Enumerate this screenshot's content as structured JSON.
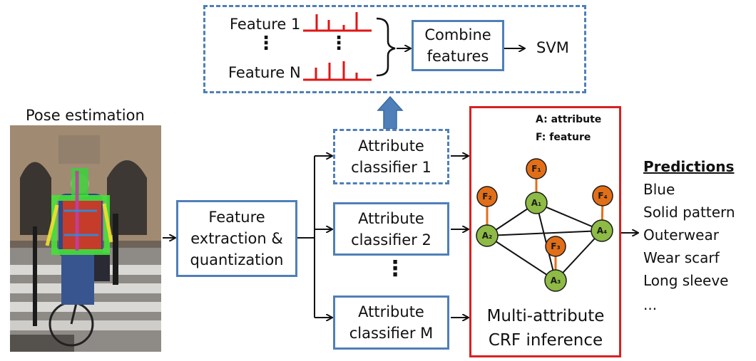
{
  "pose": {
    "title": "Pose estimation"
  },
  "feature_box": {
    "feature1": "Feature 1",
    "featureN": "Feature N",
    "vdots": "⋮",
    "combine": "Combine features",
    "svm": "SVM"
  },
  "extraction": {
    "label": "Feature extraction & quantization"
  },
  "classifiers": {
    "c1": "Attribute classifier 1",
    "c2": "Attribute classifier 2",
    "vdots": "⋮",
    "cM": "Attribute classifier M"
  },
  "crf": {
    "legend_a": "A: attribute",
    "legend_f": "F: feature",
    "title": "Multi-attribute CRF inference",
    "nodes": {
      "A1": "A₁",
      "A2": "A₂",
      "A3": "A₃",
      "A4": "A₄",
      "F1": "F₁",
      "F2": "F₂",
      "F3": "F₃",
      "F4": "F₄"
    }
  },
  "predictions": {
    "title": "Predictions",
    "items": [
      "Blue",
      "Solid pattern",
      "Outerwear",
      "Wear scarf",
      "Long sleeve",
      "..."
    ]
  },
  "colors": {
    "box_border": "#4f7fb8",
    "crf_border": "#d62222",
    "attribute_node": "#8dbb45",
    "feature_node": "#e26f18",
    "histogram": "#e01616",
    "up_arrow": "#4f7fb8"
  }
}
